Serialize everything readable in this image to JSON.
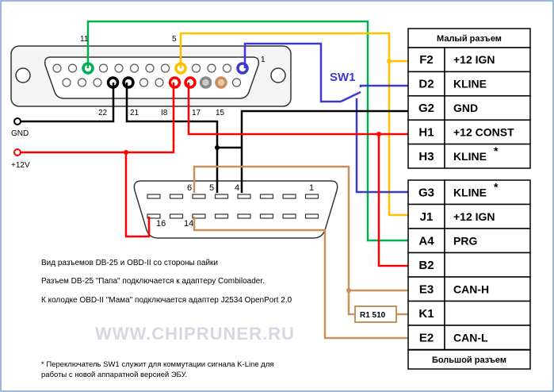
{
  "db25": {
    "pin_11": "11",
    "pin_5": "5",
    "pin_1": "1",
    "pin_22": "22",
    "pin_21": "21",
    "pin_18": "I8",
    "pin_17": "17",
    "pin_15": "15"
  },
  "obd": {
    "pin_6": "6",
    "pin_5": "5",
    "pin_4": "4",
    "pin_1": "1",
    "pin_16": "16",
    "pin_14": "14"
  },
  "left_labels": {
    "gnd": "GND",
    "v12": "+12V"
  },
  "switch": {
    "label": "SW1"
  },
  "resistor": {
    "label": "R1 510"
  },
  "small_connector": {
    "title": "Малый разъем",
    "rows": [
      {
        "id": "F2",
        "signal": "+12 IGN"
      },
      {
        "id": "D2",
        "signal": "KLINE"
      },
      {
        "id": "G2",
        "signal": "GND"
      },
      {
        "id": "H1",
        "signal": "+12 CONST"
      },
      {
        "id": "H3",
        "signal": "KLINE",
        "mark": "*"
      }
    ]
  },
  "big_connector": {
    "title": "Большой разъем",
    "rows": [
      {
        "id": "G3",
        "signal": "KLINE",
        "mark": "*"
      },
      {
        "id": "J1",
        "signal": "+12 IGN"
      },
      {
        "id": "A4",
        "signal": "PRG"
      },
      {
        "id": "B2",
        "signal": ""
      },
      {
        "id": "E3",
        "signal": "CAN-H"
      },
      {
        "id": "K1",
        "signal": ""
      },
      {
        "id": "E2",
        "signal": "CAN-L"
      }
    ]
  },
  "notes": {
    "line1": "Вид разъемов DB-25 и OBD-II со стороны пайки",
    "line2": "Разъем DB-25 \"Папа\" подключается к адаптеру Combiloader.",
    "line3": "К колодке OBD-II \"Мама\" подключается адаптер J2534 OpenPort 2.0",
    "footnote1": "* Переключатель SW1 служит для коммутации сигнала K-Line для",
    "footnote2": "работы с новой аппаратной версией ЭБУ."
  },
  "watermark": "WWW.CHIPRUNER.RU",
  "colors": {
    "green": "#00b050",
    "yellow": "#ffc000",
    "blue": "#3a3acc",
    "black": "#000000",
    "red": "#ff0000",
    "brown": "#c8905a"
  }
}
